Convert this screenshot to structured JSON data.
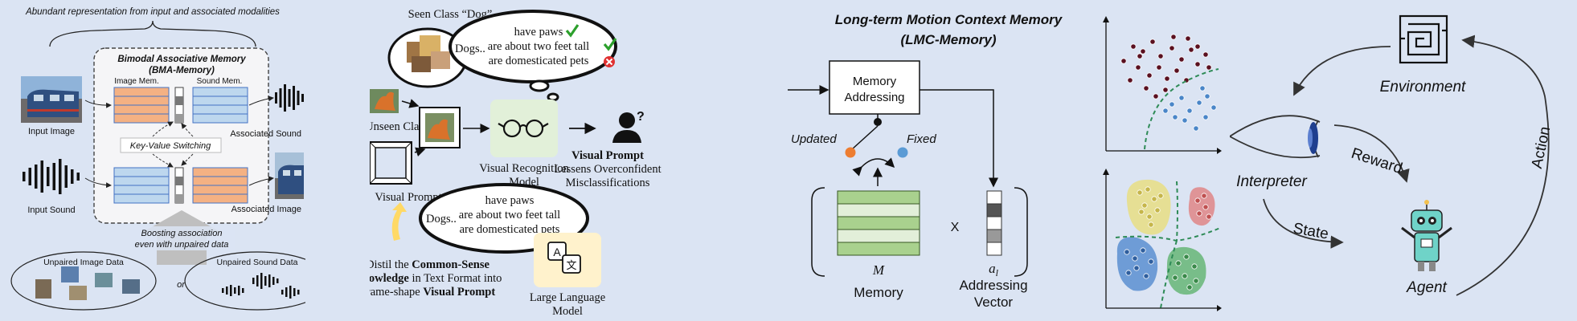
{
  "panel1": {
    "top_caption": "Abundant representation from input and associated modalities",
    "bma_title_line1": "Bimodal Associative Memory",
    "bma_title_line2": "(BMA-Memory)",
    "image_mem": "Image Mem.",
    "sound_mem": "Sound Mem.",
    "kv_switching": "Key-Value Switching",
    "input_image": "Input Image",
    "input_sound": "Input Sound",
    "assoc_sound": "Associated Sound",
    "assoc_image": "Associated Image",
    "boost_line1": "Boosting association",
    "boost_line2": "even with unpaired data",
    "unpaired_image": "Unpaired Image Data",
    "unpaired_sound": "Unpaired Sound Data",
    "or": "or"
  },
  "panel2": {
    "seen_class": "Seen Class “Dog”",
    "dogs": "Dogs..",
    "fact1": "have paws",
    "fact2": "are about two feet tall",
    "fact3": "are domesticated pets",
    "unseen_class": "Unseen Class “Fox”",
    "visual_prompt_label": "Visual Prompt",
    "vr_model_line1": "Visual Recognition",
    "vr_model_line2": "Model",
    "vp_title": "Visual Prompt",
    "vp_line2": "Lessens Overconfident",
    "vp_line3": "Misclassifications",
    "distil_line1": "Distil the ",
    "distil_bold1": "Common-Sense",
    "distil_bold2": "Knowledge",
    "distil_line2": " in Text Format into",
    "distil_line3": "Frame-shape ",
    "distil_bold3": "Visual Prompt",
    "llm_line1": "Large Language",
    "llm_line2": "Model"
  },
  "panel3": {
    "title_line1": "Long-term Motion Context Memory",
    "title_line2": "(LMC-Memory)",
    "addr_line1": "Memory",
    "addr_line2": "Addressing",
    "updated": "Updated",
    "fixed": "Fixed",
    "m_symbol": "M",
    "memory": "Memory",
    "times": "X",
    "al_symbol": "a",
    "al_sub": "l",
    "addr_vec_line1": "Addressing",
    "addr_vec_line2": "Vector"
  },
  "panel5": {
    "environment": "Environment",
    "reward": "Reward",
    "action": "Action",
    "interpreter": "Interpreter",
    "state": "State",
    "agent": "Agent"
  },
  "colors": {
    "background": "#dbe4f3",
    "image_mem": "#f4b183",
    "sound_mem": "#bdd7ee",
    "memory_green": "#a9d18e",
    "updated": "#ed7d31",
    "fixed": "#5b9bd5",
    "dot_dark": "#5a1020",
    "dot_blue": "#4a86c8",
    "boundary": "#2e8b57"
  }
}
